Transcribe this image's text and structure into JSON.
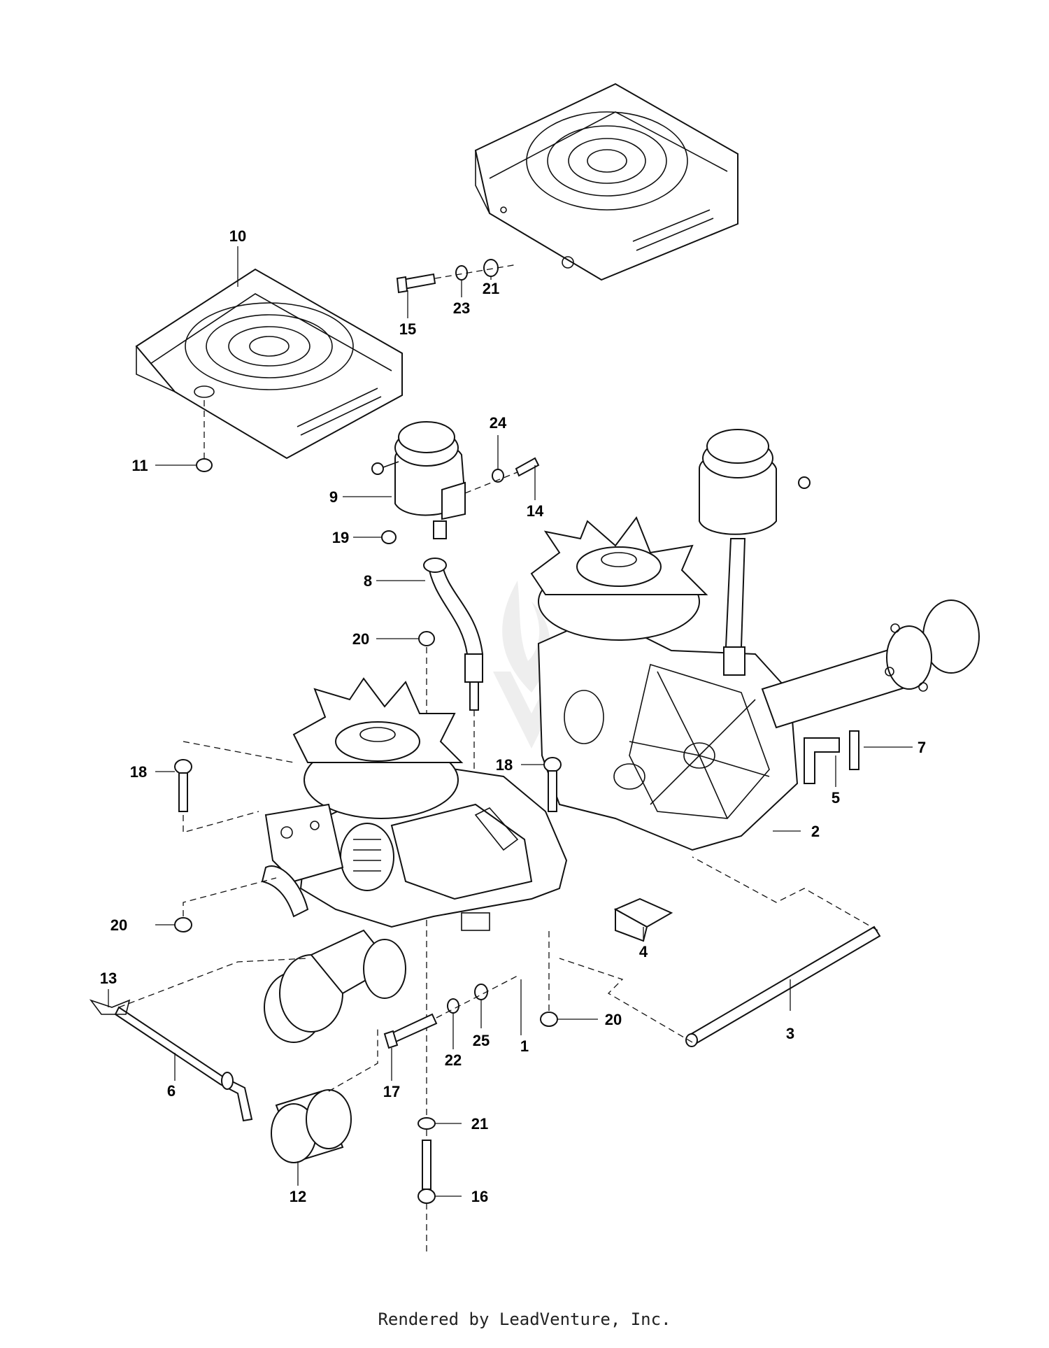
{
  "diagram": {
    "callouts": [
      "10",
      "15",
      "23",
      "21",
      "11",
      "24",
      "9",
      "14",
      "19",
      "8",
      "20",
      "18",
      "18",
      "7",
      "5",
      "2",
      "20",
      "4",
      "13",
      "20",
      "3",
      "6",
      "17",
      "22",
      "25",
      "1",
      "12",
      "21",
      "16"
    ]
  },
  "footer": {
    "text": "Rendered by LeadVenture, Inc."
  }
}
